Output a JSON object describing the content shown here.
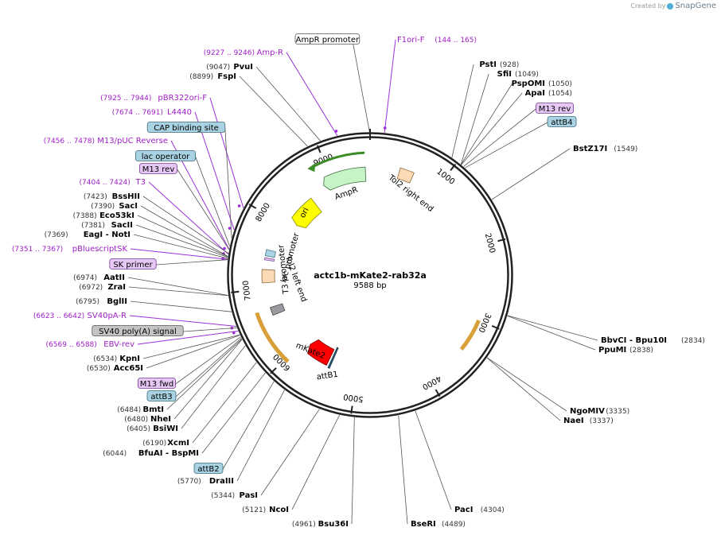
{
  "credit": {
    "prefix": "Created by",
    "brand": "SnapGene"
  },
  "map": {
    "name": "actc1b-mKate2-rab32a",
    "size_label": "9588 bp",
    "total_bp": 9588,
    "tick_labels": [
      "1000",
      "2000",
      "3000",
      "4000",
      "5000",
      "6000",
      "7000",
      "8000",
      "9000"
    ]
  },
  "colors": {
    "ring": "#222222",
    "enzyme_text": "#000000",
    "position_text": "#333333",
    "primer_text": "#a020c8",
    "primer_line": "#9b30d9",
    "feature_box_purple": "#e6c8f5",
    "feature_box_blue": "#a9d3e3",
    "feature_box_gray": "#c4c4c4",
    "ampr_fill": "#c6f4c6",
    "ori_fill": "#ffff00",
    "mkate2_fill": "#ff0000",
    "tol2_fill": "#fbdab5",
    "orf_arrow": "#d9a03a"
  },
  "features_on_map": [
    {
      "label": "AmpR",
      "start": 8860,
      "end": 9520
    },
    {
      "label": "ori",
      "start": 8100,
      "end": 8590
    },
    {
      "label": "Tol2 right end",
      "start": 420,
      "end": 620
    },
    {
      "label": "lac promoter",
      "start": 7470,
      "end": 7560
    },
    {
      "label": "T3 promoter",
      "start": 7410,
      "end": 7440
    },
    {
      "label": "Tol2 left end",
      "start": 7080,
      "end": 7270
    },
    {
      "label": "mKate2",
      "start": 5480,
      "end": 5880
    },
    {
      "label": "attB1",
      "start": 5420,
      "end": 5445
    },
    {
      "label": "SV40 poly(A)",
      "start": 6590,
      "end": 6710
    }
  ],
  "labels": [
    {
      "name": "AmpR promoter",
      "type": "feature",
      "style": "white",
      "pos": 9583
    },
    {
      "name": "Amp-R",
      "range": "(9227 .. 9246)",
      "type": "primer",
      "pos": 9236
    },
    {
      "name": "PvuI",
      "position": "(9047)",
      "type": "enzyme",
      "pos": 9047
    },
    {
      "name": "FspI",
      "position": "(8899)",
      "type": "enzyme",
      "pos": 8899
    },
    {
      "name": "pBR322ori-F",
      "range": "(7925 .. 7944)",
      "type": "primer",
      "pos": 7934
    },
    {
      "name": "L4440",
      "range": "(7674 .. 7691)",
      "type": "primer",
      "pos": 7682
    },
    {
      "name": "CAP binding site",
      "type": "feature",
      "style": "blue",
      "pos": 7590
    },
    {
      "name": "M13/pUC Reverse",
      "range": "(7456 .. 7478)",
      "type": "primer",
      "pos": 7467
    },
    {
      "name": "lac operator",
      "type": "feature",
      "style": "blue",
      "pos": 7500
    },
    {
      "name": "M13 rev",
      "type": "feature",
      "style": "purple",
      "pos": 7465
    },
    {
      "name": "T3",
      "range": "(7404 .. 7424)",
      "type": "primer",
      "pos": 7414
    },
    {
      "name": "BssHII",
      "position": "(7423)",
      "type": "enzyme",
      "pos": 7423
    },
    {
      "name": "SacI",
      "position": "(7390)",
      "type": "enzyme",
      "pos": 7390
    },
    {
      "name": "Eco53kI",
      "position": "(7388)",
      "type": "enzyme",
      "pos": 7388
    },
    {
      "name": "SacII",
      "position": "(7381)",
      "type": "enzyme",
      "pos": 7381
    },
    {
      "name": "EagI  - NotI",
      "position": "(7369)",
      "type": "enzyme",
      "pos": 7369
    },
    {
      "name": "pBluescriptSK",
      "range": "(7351 .. 7367)",
      "type": "primer",
      "pos": 7359
    },
    {
      "name": "SK primer",
      "type": "feature",
      "style": "purple",
      "pos": 7355
    },
    {
      "name": "AatII",
      "position": "(6974)",
      "type": "enzyme",
      "pos": 6974
    },
    {
      "name": "ZraI",
      "position": "(6972)",
      "type": "enzyme",
      "pos": 6972
    },
    {
      "name": "BglII",
      "position": "(6795)",
      "type": "enzyme",
      "pos": 6795
    },
    {
      "name": "SV40pA-R",
      "range": "(6623 .. 6642)",
      "type": "primer",
      "pos": 6632
    },
    {
      "name": "SV40 poly(A) signal",
      "type": "feature",
      "style": "gray",
      "pos": 6615
    },
    {
      "name": "EBV-rev",
      "range": "(6569 .. 6588)",
      "type": "primer",
      "pos": 6578
    },
    {
      "name": "KpnI",
      "position": "(6534)",
      "type": "enzyme",
      "pos": 6534
    },
    {
      "name": "Acc65I",
      "position": "(6530)",
      "type": "enzyme",
      "pos": 6530
    },
    {
      "name": "M13 fwd",
      "type": "feature",
      "style": "purple",
      "pos": 6510
    },
    {
      "name": "attB3",
      "type": "feature",
      "style": "blue",
      "pos": 6495
    },
    {
      "name": "BmtI",
      "position": "(6484)",
      "type": "enzyme",
      "pos": 6484
    },
    {
      "name": "NheI",
      "position": "(6480)",
      "type": "enzyme",
      "pos": 6480
    },
    {
      "name": "BsiWI",
      "position": "(6405)",
      "type": "enzyme",
      "pos": 6405
    },
    {
      "name": "XcmI",
      "position": "(6190)",
      "type": "enzyme",
      "pos": 6190
    },
    {
      "name": "BfuAI  - BspMI",
      "position": "(6044)",
      "type": "enzyme",
      "pos": 6044
    },
    {
      "name": "attB2",
      "type": "feature",
      "style": "blue",
      "pos": 5915
    },
    {
      "name": "DraIII",
      "position": "(5770)",
      "type": "enzyme",
      "pos": 5770
    },
    {
      "name": "PasI",
      "position": "(5344)",
      "type": "enzyme",
      "pos": 5344
    },
    {
      "name": "NcoI",
      "position": "(5121)",
      "type": "enzyme",
      "pos": 5121
    },
    {
      "name": "Bsu36I",
      "position": "(4961)",
      "type": "enzyme",
      "pos": 4961
    },
    {
      "name": "BseRI",
      "position": "(4489)",
      "type": "enzyme",
      "pos": 4489
    },
    {
      "name": "PacI",
      "position": "(4304)",
      "type": "enzyme",
      "pos": 4304
    },
    {
      "name": "NgoMIV",
      "position": "(3335)",
      "type": "enzyme",
      "pos": 3335
    },
    {
      "name": "NaeI",
      "position": "(3337)",
      "type": "enzyme",
      "pos": 3337
    },
    {
      "name": "BbvCI  - Bpu10I",
      "position": "(2834)",
      "type": "enzyme",
      "pos": 2834
    },
    {
      "name": "PpuMI",
      "position": "(2838)",
      "type": "enzyme",
      "pos": 2838
    },
    {
      "name": "BstZ17I",
      "position": "(1549)",
      "type": "enzyme",
      "pos": 1549
    },
    {
      "name": "attB4",
      "type": "feature",
      "style": "blue",
      "pos": 1105
    },
    {
      "name": "M13 rev",
      "type": "feature",
      "style": "purple",
      "pos": 1085
    },
    {
      "name": "ApaI",
      "position": "(1054)",
      "type": "enzyme",
      "pos": 1054
    },
    {
      "name": "PspOMI",
      "position": "(1050)",
      "type": "enzyme",
      "pos": 1050
    },
    {
      "name": "SfiI",
      "position": "(1049)",
      "type": "enzyme",
      "pos": 1049
    },
    {
      "name": "PstI",
      "position": "(928)",
      "type": "enzyme",
      "pos": 928
    },
    {
      "name": "F1ori-F",
      "range": "(144 .. 165)",
      "type": "primer",
      "pos": 154
    }
  ]
}
